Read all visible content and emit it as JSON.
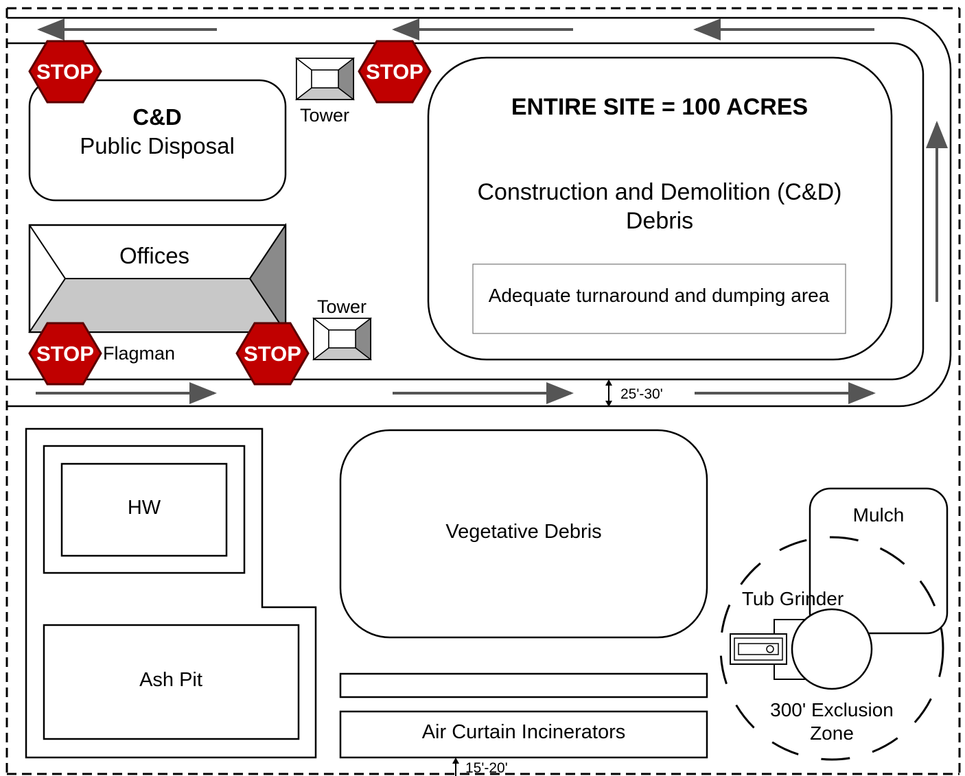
{
  "site": {
    "title": "ENTIRE SITE = 100 ACRES",
    "cd_line1": "Construction and Demolition (C&D)",
    "cd_line2": "Debris",
    "turnaround": "Adequate turnaround and dumping area"
  },
  "public_disposal": {
    "line1": "C&D",
    "line2": "Public Disposal"
  },
  "offices": {
    "label": "Offices"
  },
  "towers": {
    "top": "Tower",
    "bottom": "Tower"
  },
  "stop_signs": {
    "label": "STOP"
  },
  "flagman": {
    "label": "Flagman"
  },
  "road": {
    "width_label": "25'-30'"
  },
  "areas": {
    "hw": "HW",
    "ash_pit": "Ash Pit",
    "vegetative": "Vegetative Debris",
    "air_curtain": "Air Curtain Incinerators",
    "incinerator_spacing": "15'-20'",
    "mulch": "Mulch",
    "tub_grinder": "Tub Grinder",
    "exclusion_line1": "300' Exclusion",
    "exclusion_line2": "Zone"
  },
  "colors": {
    "stop_red": "#c00000",
    "stop_border": "#5a0000",
    "roof_light": "#c8c8c8",
    "roof_dark": "#8a8a8a",
    "arrow": "#555555"
  }
}
